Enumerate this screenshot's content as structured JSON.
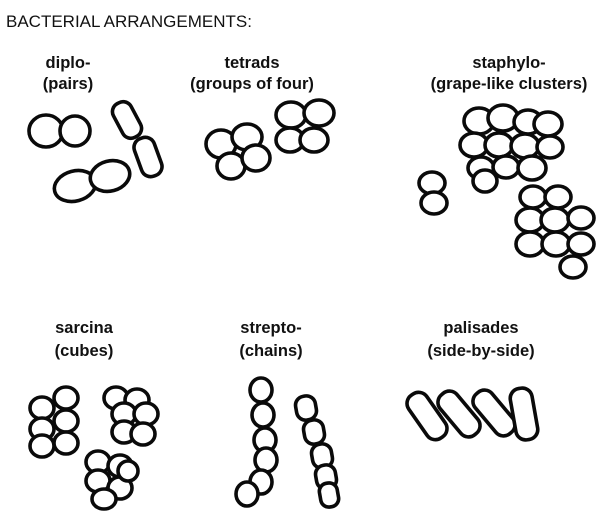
{
  "title": "BACTERIAL ARRANGEMENTS:",
  "colors": {
    "ink": "#0a0a0a",
    "background": "#ffffff"
  },
  "groups": [
    {
      "id": "diplo",
      "name": "diplo-",
      "description": "(pairs)"
    },
    {
      "id": "tetrads",
      "name": "tetrads",
      "description": "(groups of four)"
    },
    {
      "id": "staphylo",
      "name": "staphylo-",
      "description": "(grape-like clusters)"
    },
    {
      "id": "sarcina",
      "name": "sarcina",
      "description": "(cubes)"
    },
    {
      "id": "strepto",
      "name": "strepto-",
      "description": "(chains)"
    },
    {
      "id": "palisades",
      "name": "palisades",
      "description": "(side-by-side)"
    }
  ]
}
